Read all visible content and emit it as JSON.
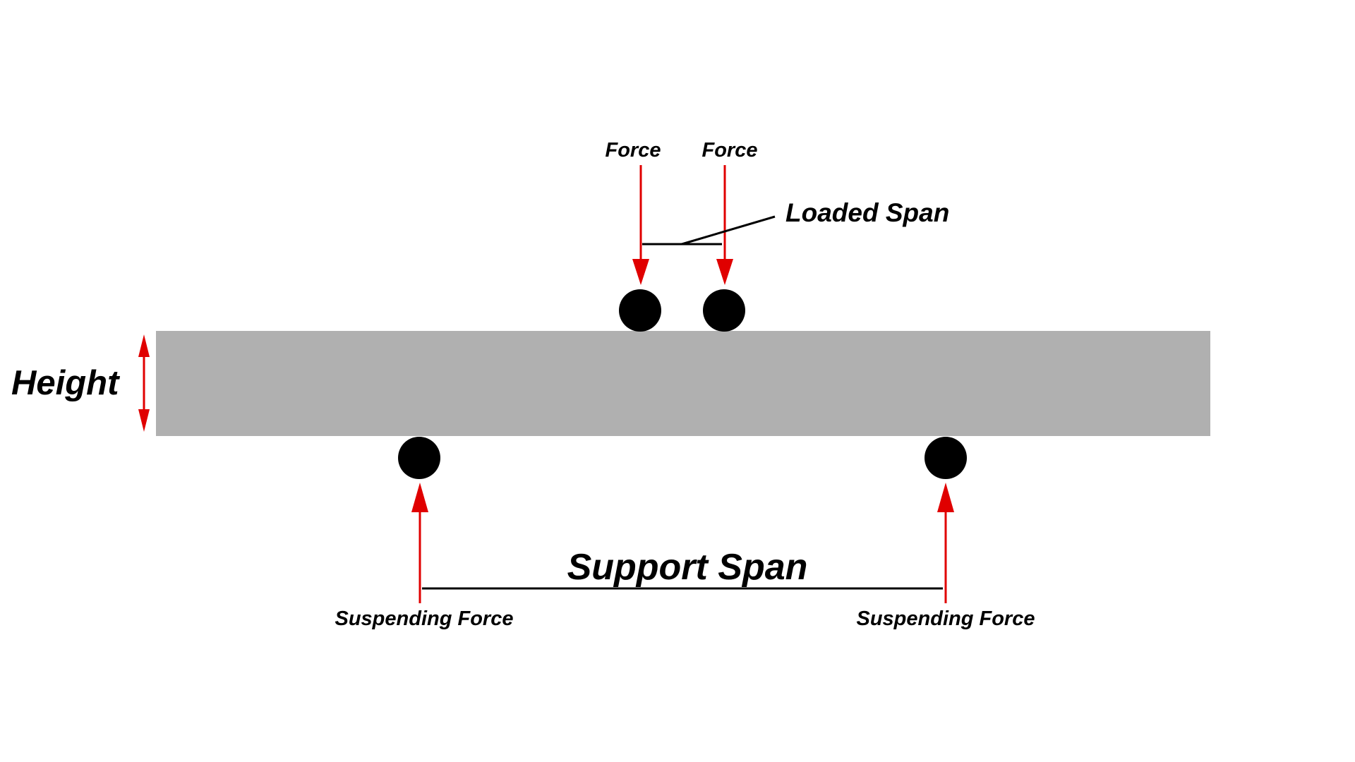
{
  "labels": {
    "force_left": "Force",
    "force_right": "Force",
    "loaded_span": "Loaded Span",
    "height": "Height",
    "support_span": "Support Span",
    "suspending_force_left": "Suspending Force",
    "suspending_force_right": "Suspending Force"
  },
  "colors": {
    "beam": "#b0b0b0",
    "arrow": "#e00000",
    "roller": "#000000",
    "line": "#000000",
    "background": "#ffffff"
  }
}
